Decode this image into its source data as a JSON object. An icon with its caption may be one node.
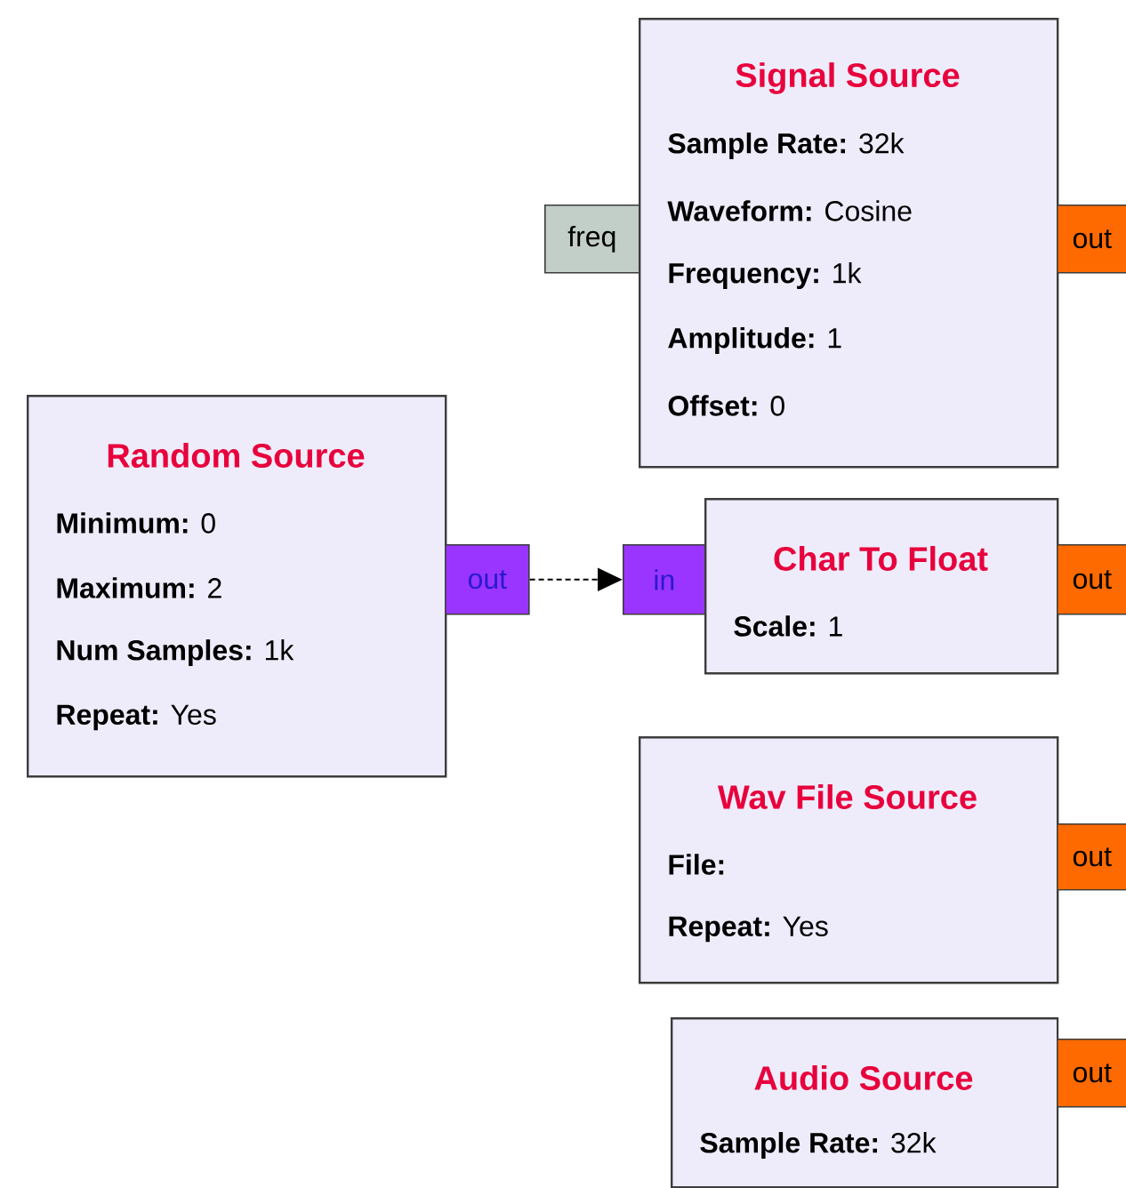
{
  "diagram": {
    "nodes": [
      {
        "text": [
          "Signal Source",
          "**Sample Rate:** 32k",
          "**Waveform:** Cosine",
          "**Frequency:** 1k",
          "**Amplitude:** 1",
          "**Offset:** 0"
        ]
      },
      {
        "text": [
          "freq"
        ]
      },
      {
        "text": [
          "out"
        ]
      },
      {
        "text": [
          "Random Source",
          "**Minimum:** 0",
          "**Maximum:** 2",
          "**Num Samples:** 1k",
          "**Repeat:** Yes"
        ]
      },
      {
        "text": [
          "out"
        ]
      },
      {
        "text": [
          "Char To Float",
          "**Scale:** 1"
        ]
      },
      {
        "text": [
          "in"
        ]
      },
      {
        "text": [
          "out"
        ]
      },
      {
        "text": [
          "Wav File Source",
          "**File:**",
          "**Repeat:** Yes"
        ]
      },
      {
        "text": [
          "out"
        ]
      },
      {
        "text": [
          "Audio Source",
          "**Sample Rate:** 32k"
        ]
      },
      {
        "text": [
          "out"
        ]
      }
    ],
    "edges": [
      {
        "from": 4,
        "to": 6,
        "arrow": "to",
        "style": "dashed"
      }
    ]
  }
}
